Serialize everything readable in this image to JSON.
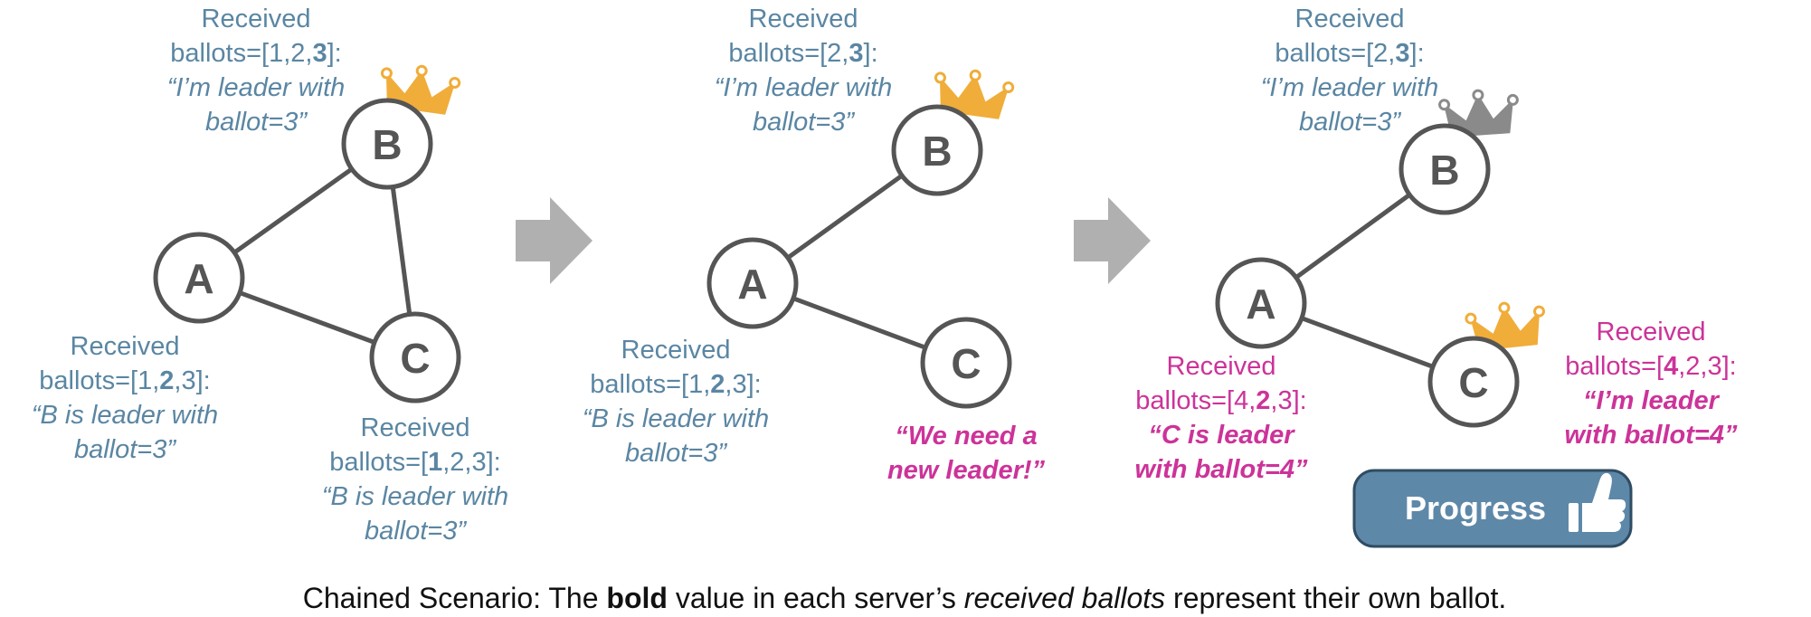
{
  "panel1": {
    "b_label": {
      "line1": "Received",
      "prefix": "ballots=[",
      "parts": [
        "1,2,",
        "3",
        "]:"
      ],
      "quote1": "“I’m leader with",
      "quote2": "ballot=3”"
    },
    "a_label": {
      "line1": "Received",
      "prefix": "ballots=[1,",
      "own": "2",
      "suffix": ",3]:",
      "quote1": "“B is leader with",
      "quote2": "ballot=3”"
    },
    "c_label": {
      "line1": "Received",
      "prefix": "ballots=[",
      "own": "1",
      "suffix": ",2,3]:",
      "quote1": "“B is leader with",
      "quote2": "ballot=3”"
    },
    "nodes": {
      "a": "A",
      "b": "B",
      "c": "C"
    }
  },
  "panel2": {
    "b_label": {
      "line1": "Received",
      "prefix": "ballots=[2,",
      "own": "3",
      "suffix": "]:",
      "quote1": "“I’m leader with",
      "quote2": "ballot=3”"
    },
    "a_label": {
      "line1": "Received",
      "prefix": "ballots=[1,",
      "own": "2",
      "suffix": ",3]:",
      "quote1": "“B is leader with",
      "quote2": "ballot=3”"
    },
    "c_label": {
      "quote1": "“We need a",
      "quote2": "new leader!”"
    },
    "nodes": {
      "a": "A",
      "b": "B",
      "c": "C"
    }
  },
  "panel3": {
    "b_label": {
      "line1": "Received",
      "prefix": "ballots=[2,",
      "own": "3",
      "suffix": "]:",
      "quote1": "“I’m leader with",
      "quote2": "ballot=3”"
    },
    "a_label": {
      "line1": "Received",
      "prefix": "ballots=[4,",
      "own": "2",
      "suffix": ",3]:",
      "quote1": "“C is leader",
      "quote2": "with ballot=4”"
    },
    "c_label": {
      "line1": "Received",
      "prefix": "ballots=[",
      "own": "4",
      "suffix": ",2,3]:",
      "quote1": "“I’m leader",
      "quote2": "with ballot=4”"
    },
    "nodes": {
      "a": "A",
      "b": "B",
      "c": "C"
    },
    "progress_label": "Progress"
  },
  "caption": {
    "part1": "Chained Scenario: The ",
    "bold": "bold",
    "part2": " value in each server’s ",
    "italic": "received ballots",
    "part3": " represent their own ballot."
  },
  "icons": [
    "crown-icon",
    "arrow-icon",
    "thumbs-up-icon"
  ],
  "colors": {
    "label_blue": "#5a86a3",
    "label_pink": "#cc3399",
    "crown_active": "#f0ad3a",
    "crown_inactive": "#8a8a8a",
    "edge": "#555555",
    "arrow": "#b0b0b0",
    "progress_button": "#5e88a8"
  }
}
